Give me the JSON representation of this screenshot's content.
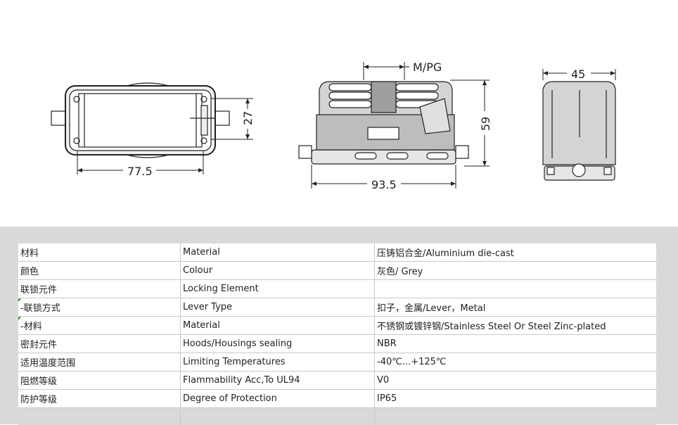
{
  "drawing": {
    "dim_length": "77.5",
    "dim_width_small": "27",
    "dim_thread": "M/PG",
    "dim_height": "59",
    "dim_total_length": "93.5",
    "dim_depth": "45"
  },
  "spec_table": {
    "rows": [
      {
        "cn": "材料",
        "en": "Material",
        "value": "压铸铝合金/Aluminium die-cast",
        "marked": false
      },
      {
        "cn": "颜色",
        "en": "Colour",
        "value": "灰色/ Grey",
        "marked": false
      },
      {
        "cn": "联锁元件",
        "en": "Locking Element",
        "value": "",
        "marked": false
      },
      {
        "cn": " -联锁方式",
        "en": "Lever Type",
        "value": "扣子，金属/Lever，Metal",
        "marked": true
      },
      {
        "cn": " -材料",
        "en": "Material",
        "value": "不锈钢或镀锌钢/Stainless Steel Or Steel Zinc-plated",
        "marked": true
      },
      {
        "cn": "密封元件",
        "en": "Hoods/Housings sealing",
        "value": "NBR",
        "marked": false
      },
      {
        "cn": "适用温度范围",
        "en": "Limiting Temperatures",
        "value": "-40℃...+125℃",
        "marked": false
      },
      {
        "cn": "阻燃等级",
        "en": "Flammability Acc,To UL94",
        "value": "V0",
        "marked": false
      },
      {
        "cn": "防护等级",
        "en": "Degree of Protection",
        "value": "IP65",
        "marked": false
      }
    ]
  }
}
